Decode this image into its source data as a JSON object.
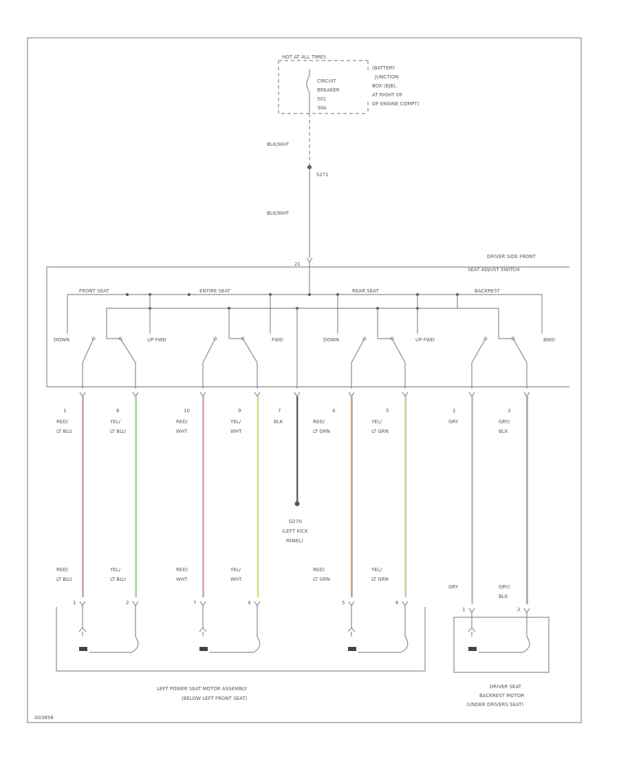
{
  "fuse_box": {
    "hot_label": "HOT AT ALL TIMES",
    "breaker_lines": [
      "CIRCUIT",
      "BREAKER",
      "501",
      "30A"
    ],
    "location_lines": [
      "(BATTERY",
      "JUNCTION",
      "BOX (BJB),",
      "AT RIGHT OF",
      "OF ENGINE COMPT)"
    ]
  },
  "wire_labels": {
    "upper_feed": "BLK/WHT",
    "splice": "S271",
    "lower_feed": "BLK/WHT"
  },
  "switch": {
    "title_lines": [
      "DRIVER SIDE FRONT",
      "SEAT ADJUST SWITCH"
    ],
    "pin": "21",
    "sections": [
      "FRONT SEAT",
      "ENTIRE SEAT",
      "REAR SEAT",
      "BACKREST"
    ],
    "contact_labels": [
      "DOWN",
      "UP FWD",
      "FWD",
      "DOWN",
      "UP FWD",
      "BWD"
    ]
  },
  "wires": [
    {
      "pin": "1",
      "color_top": [
        "RED/",
        "LT BLU"
      ],
      "color_bottom": [
        "RED/",
        "LT BLU"
      ],
      "color": "#e88a8a"
    },
    {
      "pin": "8",
      "color_top": [
        "YEL/",
        "LT BLU"
      ],
      "color_bottom": [
        "YEL/",
        "LT BLU"
      ],
      "color": "#9fe39f"
    },
    {
      "pin": "10",
      "color_top": [
        "RED/",
        "WHT"
      ],
      "color_bottom": [
        "RED/",
        "WHT"
      ],
      "color": "#f09a9a"
    },
    {
      "pin": "9",
      "color_top": [
        "YEL/",
        "WHT"
      ],
      "color_bottom": [
        "YEL/",
        "WHT"
      ],
      "color": "#f4f07a"
    },
    {
      "pin": "7",
      "color_top": [
        "BLK"
      ],
      "color_bottom": [],
      "color": "#333333"
    },
    {
      "pin": "4",
      "color_top": [
        "RED/",
        "LT GRN"
      ],
      "color_bottom": [
        "RED/",
        "LT GRN"
      ],
      "color": "#d98a4a"
    },
    {
      "pin": "5",
      "color_top": [
        "YEL/",
        "LT GRN"
      ],
      "color_bottom": [
        "YEL/",
        "LT GRN"
      ],
      "color": "#b8ec8c"
    },
    {
      "pin": "2",
      "color_top": [
        "GRY"
      ],
      "color_bottom": [
        "GRY"
      ],
      "color": "#bdbdbd"
    },
    {
      "pin": "3",
      "color_top": [
        "GRY/",
        "BLK"
      ],
      "color_bottom": [
        "GRY/",
        "BLK"
      ],
      "color": "#9a9a9a"
    }
  ],
  "ground": {
    "lines": [
      "G270",
      "(LEFT KICK",
      "PANEL)"
    ]
  },
  "motor_pins": [
    "1",
    "2",
    "7",
    "4",
    "5",
    "6",
    "1",
    "2"
  ],
  "left_motor": {
    "lines": [
      "LEFT POWER SEAT MOTOR ASSEMBLY",
      "(BELOW LEFT FRONT SEAT)"
    ]
  },
  "backrest_motor": {
    "lines": [
      "DRIVER SEAT",
      "BACKREST MOTOR",
      "(UNDER DRIVERS SEAT)"
    ]
  },
  "figure_id": "G03858"
}
